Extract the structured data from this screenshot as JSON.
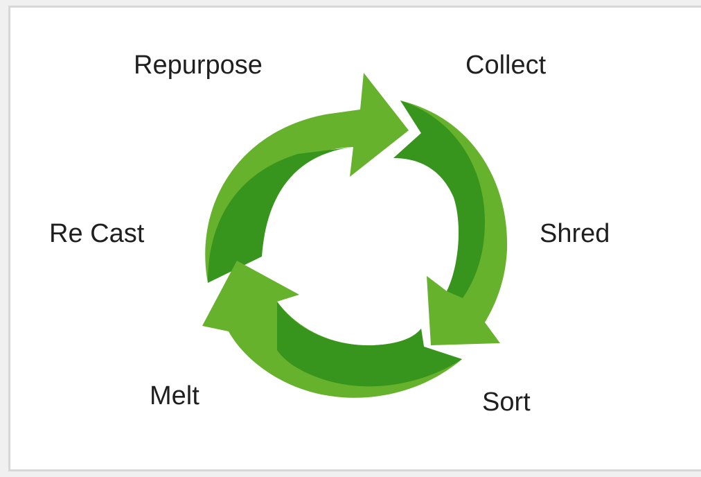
{
  "diagram": {
    "stages": [
      {
        "id": "repurpose",
        "label": "Repurpose"
      },
      {
        "id": "collect",
        "label": "Collect"
      },
      {
        "id": "shred",
        "label": "Shred"
      },
      {
        "id": "sort",
        "label": "Sort"
      },
      {
        "id": "melt",
        "label": "Melt"
      },
      {
        "id": "recast",
        "label": "Re Cast"
      }
    ],
    "arrow_count": 3,
    "colors": {
      "arrow_light": "#67b22c",
      "arrow_dark": "#37951d",
      "background": "#ffffff",
      "frame_border": "#d7d7d7",
      "text": "#1f1f1f"
    }
  }
}
